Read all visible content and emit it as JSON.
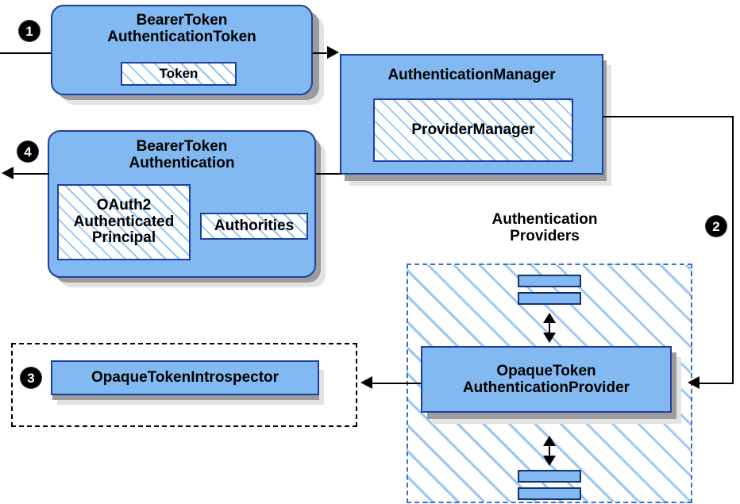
{
  "diagram": {
    "title": "Bearer Token Authentication flow (Spring Security OAuth2 Resource Server)",
    "colors": {
      "node_fill": "#82b9f0",
      "node_border": "#1f3f9e",
      "hatch": "#82b9f0",
      "shadow": "#9c9c9c",
      "shadow_soft": "#e3e3e3",
      "dashed_blue": "#3a6fc4",
      "dashed_black": "#000000",
      "line": "#000000",
      "marker_fill": "#000000",
      "marker_text": "#ffffff"
    },
    "markers": [
      {
        "id": "marker-1",
        "label": "1"
      },
      {
        "id": "marker-2",
        "label": "2"
      },
      {
        "id": "marker-3",
        "label": "3"
      },
      {
        "id": "marker-4",
        "label": "4"
      }
    ],
    "nodes": {
      "bearer_token_authentication_token": {
        "title": "BearerToken\nAuthenticationToken",
        "inner": [
          {
            "label": "Token"
          }
        ]
      },
      "bearer_token_authentication": {
        "title": "BearerToken\nAuthentication",
        "inner": [
          {
            "label": "OAuth2\nAuthenticated\nPrincipal"
          },
          {
            "label": "Authorities"
          }
        ]
      },
      "authentication_manager": {
        "title": "AuthenticationManager",
        "inner": [
          {
            "label": "ProviderManager"
          }
        ]
      },
      "opaque_token_authentication_provider": {
        "title": "OpaqueToken\nAuthenticationProvider"
      },
      "opaque_token_introspector": {
        "title": "OpaqueTokenIntrospector"
      }
    },
    "groups": {
      "authentication_providers": {
        "label": "Authentication\nProviders"
      },
      "introspector_group": {
        "label": ""
      }
    }
  }
}
